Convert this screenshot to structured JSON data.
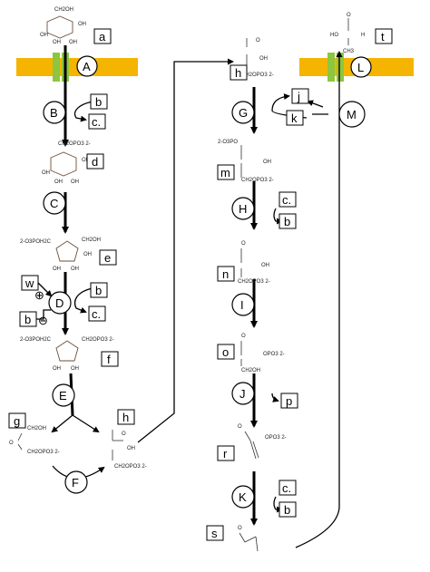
{
  "boxes": {
    "a": "a",
    "b": "b",
    "c": "c.",
    "d": "d",
    "e": "e",
    "f": "f",
    "g": "g",
    "h": "h",
    "j": "j",
    "k": "k",
    "m": "m",
    "n": "n",
    "o": "o",
    "p": "p",
    "r": "r",
    "s": "s",
    "t": "t",
    "w": "w"
  },
  "circles": {
    "A": "A",
    "B": "B",
    "C": "C",
    "D": "D",
    "E": "E",
    "F": "F",
    "G": "G",
    "H": "H",
    "I": "I",
    "J": "J",
    "K": "K",
    "L": "L",
    "M": "M"
  },
  "signs": {
    "plus": "⊕",
    "minus": "⊖"
  },
  "chem": {
    "a_top": "CH2OH",
    "a_oh1": "OH",
    "a_oh2": "OH",
    "a_oh3": "OH",
    "a_oh4": "OH",
    "d_top": "CH2OPO3 2-",
    "d_oh1": "OH",
    "d_oh2": "OH",
    "d_oh3": "OH",
    "d_oh4": "OH",
    "e_left": "2-O3POH2C",
    "e_right": "CH2OH",
    "e_oh1": "OH",
    "e_oh2": "OH",
    "e_oh3": "OH",
    "f_left": "2-O3POH2C",
    "f_right": "CH2OPO3 2-",
    "f_oh1": "OH",
    "f_oh2": "OH",
    "g_top": "CH2OH",
    "g_o": "O",
    "g_bot": "CH2OPO3 2-",
    "h_o": "O",
    "h_oh": "OH",
    "h_bot": "CH2OPO3 2-",
    "h2_o": "O",
    "h2_oh": "OH",
    "h2_bot": "CH2OPO3 2-",
    "m_left": "2-O3PO",
    "m_oh": "OH",
    "m_bot": "CH2OPO3 2-",
    "n_top": "O",
    "n_oh": "OH",
    "n_bot": "CH2OPO3 2-",
    "o_top": "O",
    "o_right": "OPO3 2-",
    "o_bot": "CH2OH",
    "r_left": "O",
    "r_right": "OPO3 2-",
    "s_o": "O",
    "t_ho": "HO",
    "t_h": "H",
    "t_ch3": "CH3",
    "t_o": "O"
  },
  "colors": {
    "membrane": "#f5b400",
    "channel": "#8dc63f",
    "ring": "#6b4f3a"
  }
}
